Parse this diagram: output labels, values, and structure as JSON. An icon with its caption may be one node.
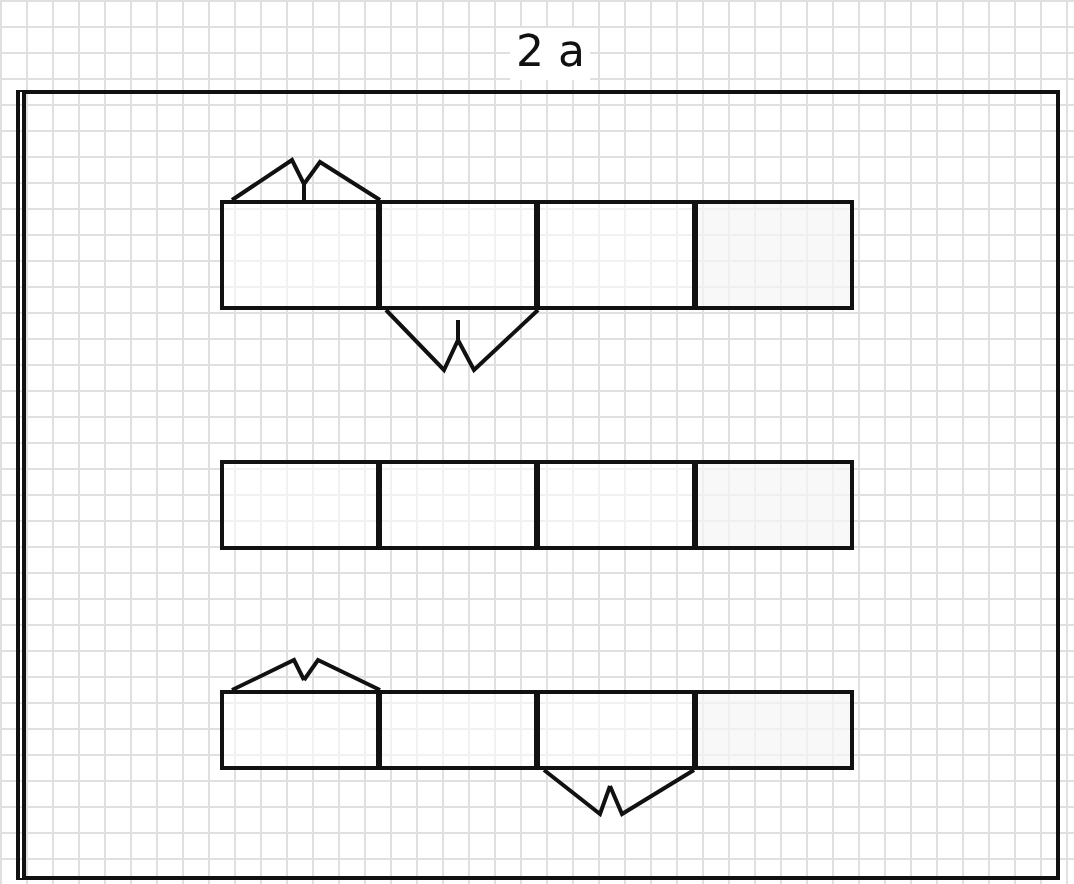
{
  "diagram": {
    "title": "2 a",
    "nodes": [
      {
        "text": [],
        "shape": "box"
      },
      {
        "text": [],
        "shape": "box",
        "in": 0
      },
      {
        "text": [],
        "shape": "box",
        "in": 0
      },
      {
        "text": [],
        "shape": "box",
        "in": 0
      },
      {
        "text": [],
        "shape": "box",
        "in": 0
      },
      {
        "text": [],
        "shape": "box",
        "in": 0
      },
      {
        "text": [],
        "shape": "box",
        "in": 0
      },
      {
        "text": [],
        "shape": "box",
        "in": 0
      },
      {
        "text": [],
        "shape": "box",
        "in": 0
      },
      {
        "text": [],
        "shape": "box",
        "in": 0
      },
      {
        "text": [],
        "shape": "box",
        "in": 0
      },
      {
        "text": [],
        "shape": "box",
        "in": 0
      },
      {
        "text": [],
        "shape": "box",
        "in": 0
      }
    ]
  }
}
